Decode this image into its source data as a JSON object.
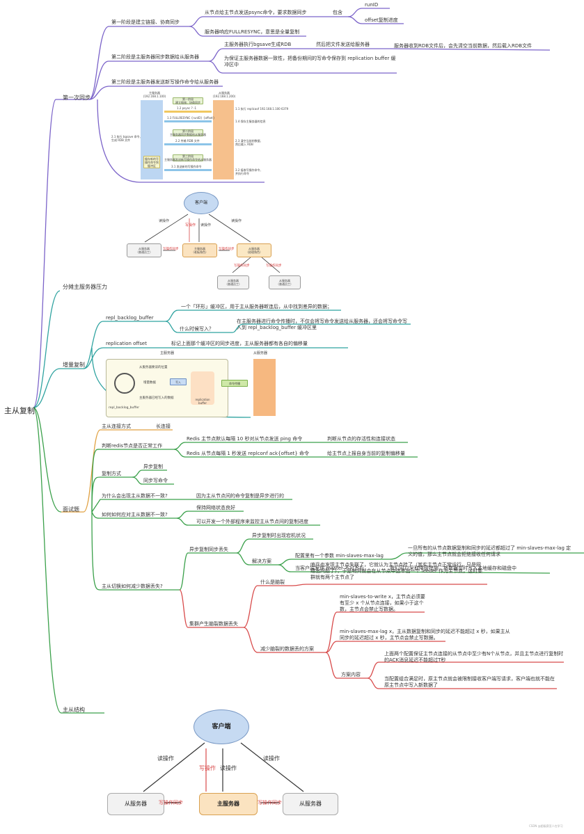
{
  "root": "主从复制",
  "colors": {
    "purple": "#7b63c9",
    "teal": "#2fa3a0",
    "green": "#3aa04a",
    "red": "#d84a4a",
    "orange": "#e0a040"
  },
  "first_sync": {
    "label": "第一次同步",
    "phase1": {
      "label": "第一阶段是建立链接、协商同步",
      "a": "从节点给主节点发送psync命令，要求数据同步",
      "a_tag": "包含",
      "a_items": [
        "runID",
        "offset复制进度"
      ],
      "b": "服务器响应FULLRESYNC，意思是全量复制"
    },
    "phase2": {
      "label": "第二阶段是主服务器同步数据给从服务器",
      "a": "主服务器执行bgsave生成RDB",
      "a2": "然后把文件发送给服务器",
      "a3": "服务器收到RDB文件后，会先清空当前数据，然后载入RDB文件",
      "b": "为保证主服务器数据一致性，把备份期间的写命令保存到 replication buffer 缓冲区中"
    },
    "phase3": {
      "label": "第三阶段是主服务器发送新写操作命令给从服务器"
    },
    "seq": {
      "master": "主服务器\n(192.168.1.100)",
      "slave": "从服务器\n(192.168.1.200)",
      "stage1": "第一阶段\n建立链接、协商同步",
      "msg1": "1.2 psync ? -1",
      "msg2": "1.3 FULLRESYNC {runID} {offset}",
      "stage2": "第二阶段\n主服务器同步数据给从服务器",
      "msg3": "2.2 传输 RDB 文件",
      "stage3": "第三阶段\n主服务器发送新写操作命令给从服务器",
      "msg4": "3.1 发送新的写操作命令",
      "left1": "2.1 执行 bgsave 命令,\n生成 RDB 文件",
      "buf": "缓存新的写\n操作命令到\n缓冲区",
      "r1": "1.1 执行 replicaof 192.168.1.100 6379",
      "r2": "1.4 保存主服务器的信息",
      "r3": "2.3 清空当前的数据,\n然后载入 RDB",
      "r4": "3.2 接收写操作命令,\n并执行命令"
    }
  },
  "relief": {
    "label": "分摊主服务器压力",
    "client": "客户端",
    "read": "读操作",
    "write": "写操作",
    "master": "主服务器\n（老板角色）",
    "slave_left": "从服务器\n（普通员工）",
    "slave_mid": "从服务器\n（经理角色）",
    "sync": "写操作同步",
    "slave_b1": "从服务器\n（普通员工）",
    "slave_b2": "从服务器\n（普通员工）"
  },
  "incremental": {
    "label": "增量复制",
    "backlog": "repl_backlog_buffer",
    "backlog_a": "一个「环形」缓冲区，用于主从服务器断连后，从中找到差异的数据；",
    "backlog_when": "什么时候写入？",
    "backlog_b": "在主服务器进行命令传播时，不仅会将写命令发送给从服务器，还会将写命令写入到 repl_backlog_buffer 缓冲区里",
    "offset": "replication offset",
    "offset_a": "标记上面那个缓冲区的同步进度，主从服务器都有各自的偏移量",
    "fig_master": "主服务器",
    "fig_slave": "从服务器",
    "fig_read_pos": "从服务器要读的位置",
    "fig_inc": "增量数据",
    "fig_written": "主服务器已经写入的数据",
    "fig_backlog": "repl_backlog_buffer",
    "fig_write": "写入",
    "fig_rbuf": "replication buffer",
    "fig_prop": "命令传播"
  },
  "interview": {
    "label": "面试题",
    "q1": "主从连接方式",
    "a1": "长连接",
    "q2": "判断redis节点是否正常工作",
    "a2a": "Redis 主节点默认每隔 10 秒对从节点发送 ping 命令",
    "a2a_r": "判断从节点的存活性和连接状态",
    "a2b": "Redis 从节点每隔 1 秒发送 replconf ack{offset} 命令",
    "a2b_r": "给主节点上报自身当前的复制偏移量",
    "q3": "复制方式",
    "a3a": "异步复制",
    "a3b": "同步写命令",
    "q4": "为什么会出现主从数据不一致?",
    "a4": "因为主从节点间的命令复制是异步进行的",
    "q5": "如何如何应对主从数据不一致?",
    "a5a": "保持网络状态良好",
    "a5b": "可以开发一个外部程序来监控主从节点间的复制进度",
    "q6": "主从切换如何减少数据丢失?",
    "q6a": "异步复制同步丢失",
    "q6a1": "异步复制时出现宕机状况",
    "q6a2": "解决方案",
    "q6a2a": "配置里有一个参数 min-slaves-max-lag",
    "q6a2a_r": "一旦所有的从节点数据复制和同步的延迟都超过了 min-slaves-max-lag 定义的值，那么主节点就会拒绝接收任何请求",
    "q6a2b": "当客户端发现 master 不可写后",
    "q6a2b_r": "我们可以采取降级措施，将数据暂时写入本地缓存和磁盘中",
    "q6b": "集群产生脑裂数据丢失",
    "q6b1": "什么是脑裂",
    "q6b1_r": "哨兵也发现主节点失联了，它就认为主节点挂了（其实主节点正常运行，只是网络出问题了），于是哨兵就会在从节点中选举出一个 leeder 作为主节点，这时集群就有两个主节点了",
    "q6b2": "减少脑裂的数据丢的方案",
    "q6b2a": "min-slaves-to-write x，主节点必须要有至少 x 个从节点连接，如果小于这个数，主节点会禁止写数据。",
    "q6b2b": "min-slaves-max-lag x，主从数据复制和同步的延迟不能超过 x 秒，如果主从同步的延迟超过 x 秒，主节点会禁止写数据。",
    "q6b3": "方案内容",
    "q6b3a": "上面两个配置保证主节点连接的从节点中至少有N个从节点，并且主节点进行复制时的ACK消息延迟不能超过T秒",
    "q6b3b": "当配置组合满足时，原主节点就会被限制接收客户端写请求，客户端也就不能在原主节点中写入新数据了"
  },
  "structure": {
    "label": "主从结构",
    "client": "客户端",
    "read": "读操作",
    "write": "写操作",
    "master": "主服务器",
    "slave": "从服务器",
    "sync": "写操作同步"
  },
  "watermark": "CSDN @超级赛亚人在学习"
}
